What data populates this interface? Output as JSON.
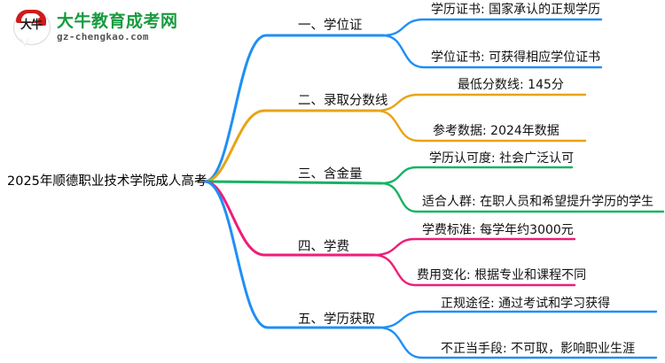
{
  "logo": {
    "mark_text": "大牛",
    "title": "大牛教育成考网",
    "subtitle": "gz-chengkao.com",
    "title_color": "#179b3e",
    "mark_color": "#cf1b1b"
  },
  "mindmap": {
    "root": "2025年顺德职业技术学院成人高考",
    "branches": [
      {
        "label": "一、学位证",
        "color": "#1f8ff5",
        "leaves": [
          "学历证书: 国家承认的正规学历",
          "学位证书: 可获得相应学位证书"
        ]
      },
      {
        "label": "二、录取分数线",
        "color": "#e8a317",
        "leaves": [
          "最低分数线: 145分",
          "参考数据: 2024年数据"
        ]
      },
      {
        "label": "三、含金量",
        "color": "#16b364",
        "leaves": [
          "学历认可度: 社会广泛认可",
          "适合人群: 在职人员和希望提升学历的学生"
        ]
      },
      {
        "label": "四、学费",
        "color": "#ed1e79",
        "leaves": [
          "学费标准: 每学年约3000元",
          "费用变化: 根据专业和课程不同"
        ]
      },
      {
        "label": "五、学历获取",
        "color": "#1f8ff5",
        "leaves": [
          "正规途径: 通过考试和学习获得",
          "不正当手段: 不可取，影响职业生涯"
        ]
      }
    ]
  }
}
